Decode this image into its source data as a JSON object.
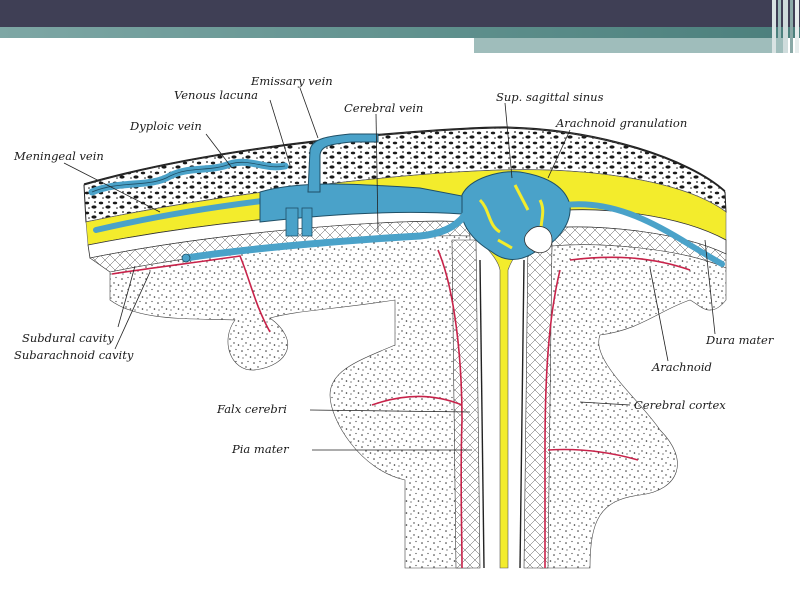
{
  "labels": {
    "emissary_vein": "Emissary vein",
    "venous_lacuna": "Venous lacuna",
    "cerebral_vein": "Cerebral vein",
    "sup_sagittal_sinus": "Sup. sagittal sinus",
    "diploic_vein": "Dyploic vein",
    "arachnoid_granulation": "Arachnoid granulation",
    "meningeal_vein": "Meningeal vein",
    "subdural_cavity": "Subdural cavity",
    "subarachnoid_cavity": "Subarachnoid cavity",
    "dura_mater": "Dura mater",
    "arachnoid": "Arachnoid",
    "falx_cerebri": "Falx cerebri",
    "cerebral_cortex": "Cerebral cortex",
    "pia_mater": "Pia mater"
  },
  "colors": {
    "header": "#3f3f55",
    "teal": "#5f908d",
    "dura": "#f3ec2c",
    "vein": "#4aa2c9",
    "artery": "#c8234a",
    "bone_dots": "#1a1a1a"
  }
}
